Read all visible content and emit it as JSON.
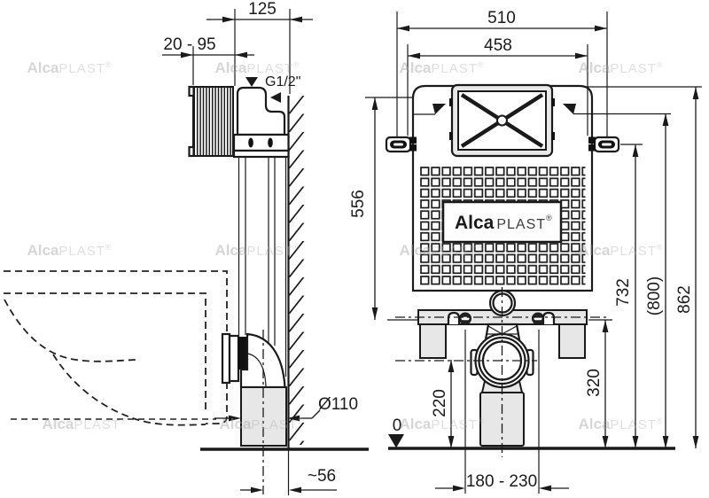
{
  "logo": {
    "bold": "Alca",
    "light": "PLAST",
    "registered": "®"
  },
  "side_view": {
    "dim_depth": "125",
    "dim_wall_finish_range": "20 - 95",
    "supply_thread": "G1/2\"",
    "waste_pipe_diameter": "Ø110",
    "outlet_wall_offset": "~56"
  },
  "front_view": {
    "dim_overall_width": "510",
    "dim_tank_width": "458",
    "dim_tank_height": "556",
    "dim_bracket_height": "732",
    "dim_supply_height": "(800)",
    "dim_total_height": "862",
    "dim_rail_height": "320",
    "dim_outlet_height": "220",
    "dim_floor_level": "0",
    "dim_outlet_lateral_range": "180 - 230"
  }
}
